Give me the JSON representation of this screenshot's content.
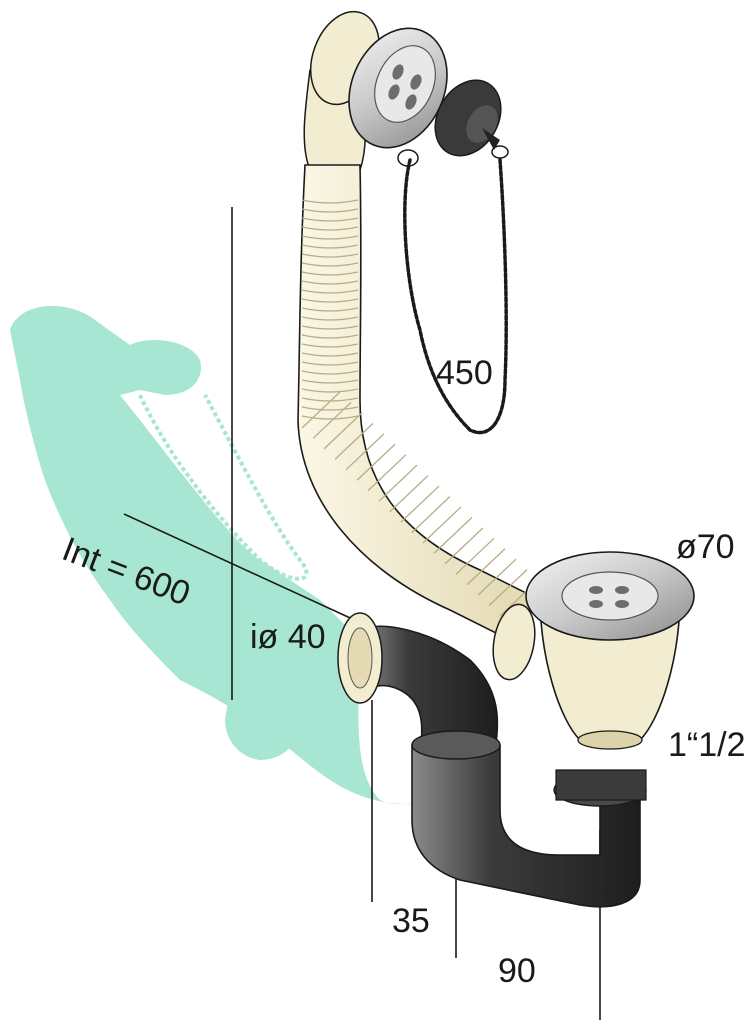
{
  "labels": {
    "chain_length": "450",
    "interior_length": "Int = 600",
    "inner_diameter": "iø 40",
    "outer_diameter": "ø70",
    "thread_size": "1“1/2",
    "dim_35": "35",
    "dim_90": "90"
  },
  "colors": {
    "ghost": "#a6e6d2",
    "hose": "#f2ecd0",
    "hose_rib": "#cfc59e",
    "chrome": "#d8d8d8",
    "chrome_dark": "#8c8c8c",
    "trap": "#3b3b3b",
    "trap_light": "#777777",
    "stopper": "#3a3a3a",
    "line": "#1a1a1a"
  },
  "icons": [
    "overflow-grate-icon",
    "rubber-stopper-icon",
    "ball-chain-icon",
    "drain-grate-icon",
    "siphon-trap-icon"
  ]
}
